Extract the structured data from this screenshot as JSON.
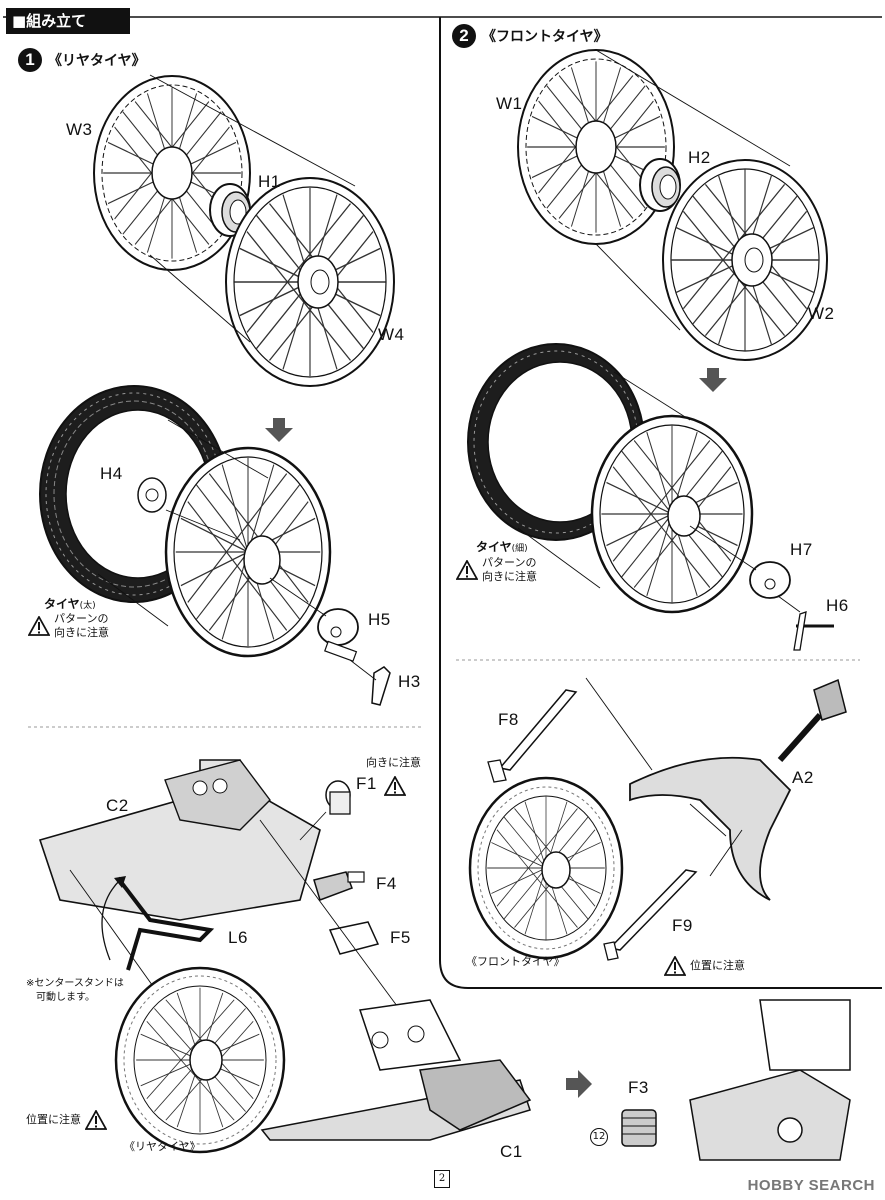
{
  "section_title": "■組み立て",
  "steps": [
    {
      "number": "1",
      "title": "《リヤタイヤ》"
    },
    {
      "number": "2",
      "title": "《フロントタイヤ》"
    }
  ],
  "parts": {
    "W3": "W3",
    "H1": "H1",
    "W4": "W4",
    "H4": "H4",
    "H5": "H5",
    "H3": "H3",
    "W1": "W1",
    "H2": "H2",
    "W2": "W2",
    "H7": "H7",
    "H6": "H6",
    "F8": "F8",
    "A2": "A2",
    "F9": "F9",
    "C2": "C2",
    "F1": "F1",
    "F4": "F4",
    "F5": "F5",
    "L6": "L6",
    "C1": "C1",
    "F3": "F3"
  },
  "notes": {
    "rear_tire_label": "タイヤ",
    "rear_tire_size": "(太)",
    "rear_pattern_1": "パターンの",
    "rear_pattern_2": "向きに注意",
    "front_tire_label": "タイヤ",
    "front_tire_size": "(細)",
    "front_pattern_1": "パターンの",
    "front_pattern_2": "向きに注意",
    "direction_caution": "向きに注意",
    "position_caution_front": "位置に注意",
    "position_caution_rear": "位置に注意",
    "center_stand_1": "※センタースタンドは",
    "center_stand_2": "可動します。",
    "front_tire_caption": "《フロントタイヤ》",
    "rear_tire_caption": "《リヤタイヤ》",
    "circled_number": "12"
  },
  "page_number": "2",
  "watermark": "HOBBY SEARCH"
}
